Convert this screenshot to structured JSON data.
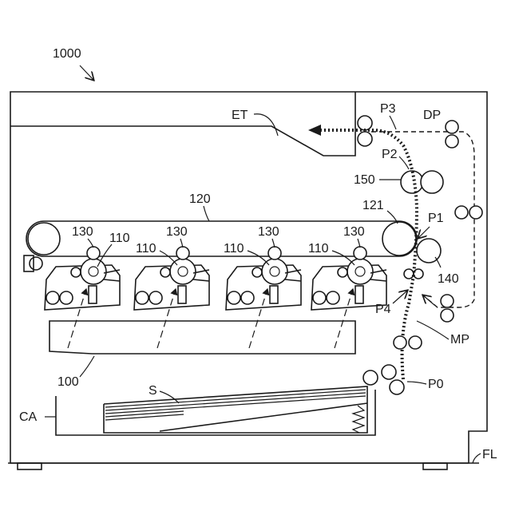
{
  "labels": {
    "device": "1000",
    "exit_tray": "ET",
    "path_p3": "P3",
    "duplex_path": "DP",
    "path_p2": "P2",
    "fixing_unit": "150",
    "belt": "120",
    "drive_roller": "121",
    "path_p1": "P1",
    "transfer_roller": "140",
    "path_p4": "P4",
    "main_path": "MP",
    "path_p0": "P0",
    "exposure_unit": "100",
    "sheet": "S",
    "cassette": "CA",
    "floor": "FL"
  },
  "stations": [
    {
      "id": "1",
      "drum_label": "110",
      "charger_label": "130"
    },
    {
      "id": "2",
      "drum_label": "110",
      "charger_label": "130"
    },
    {
      "id": "3",
      "drum_label": "110",
      "charger_label": "130"
    },
    {
      "id": "4",
      "drum_label": "110",
      "charger_label": "130"
    }
  ]
}
